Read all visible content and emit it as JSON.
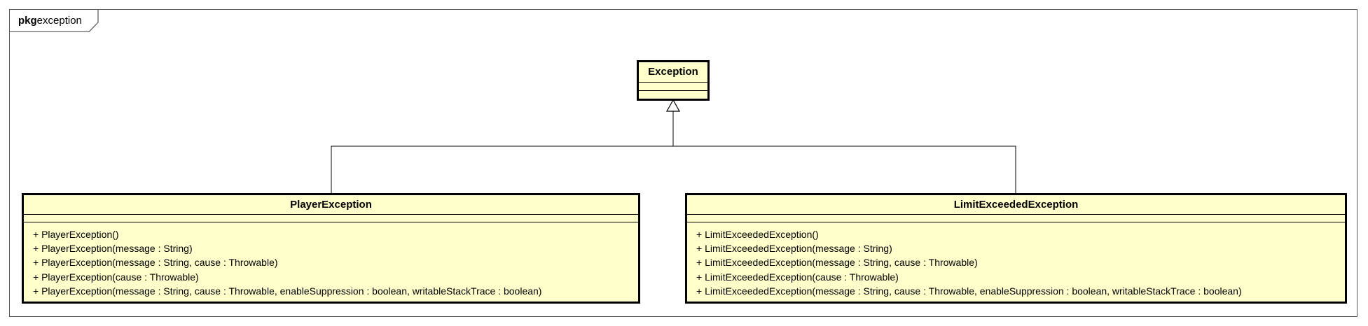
{
  "package": {
    "keyword": "pkg",
    "name": "exception"
  },
  "classes": {
    "exception": {
      "name": "Exception",
      "operations": []
    },
    "player": {
      "name": "PlayerException",
      "operations": [
        "+ PlayerException()",
        "+ PlayerException(message : String)",
        "+ PlayerException(message : String, cause : Throwable)",
        "+ PlayerException(cause : Throwable)",
        "+ PlayerException(message : String, cause : Throwable, enableSuppression : boolean, writableStackTrace : boolean)"
      ]
    },
    "limit": {
      "name": "LimitExceededException",
      "operations": [
        "+ LimitExceededException()",
        "+ LimitExceededException(message : String)",
        "+ LimitExceededException(message : String, cause : Throwable)",
        "+ LimitExceededException(cause : Throwable)",
        "+ LimitExceededException(message : String, cause : Throwable, enableSuppression : boolean, writableStackTrace : boolean)"
      ]
    }
  },
  "relations": [
    {
      "type": "generalization",
      "from": "PlayerException",
      "to": "Exception"
    },
    {
      "type": "generalization",
      "from": "LimitExceededException",
      "to": "Exception"
    }
  ],
  "colors": {
    "class_fill": "#ffffcc",
    "class_border": "#000000",
    "frame_border": "#555555"
  }
}
